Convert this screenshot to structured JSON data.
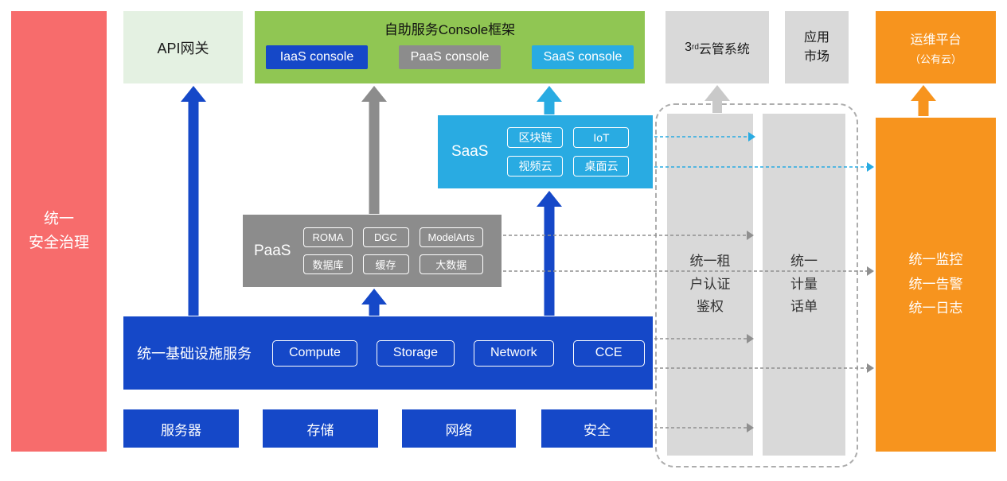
{
  "colors": {
    "red": "#F76C6C",
    "pale_green": "#E4F1E2",
    "green": "#90C653",
    "blue": "#1548C8",
    "gray": "#8C8C8C",
    "light_gray": "#D9D9D9",
    "cyan": "#29ABE2",
    "orange": "#F7941E"
  },
  "left": {
    "security_label": "统一\n安全治理"
  },
  "top": {
    "api_gateway": "API网关",
    "console": {
      "title": "自助服务Console框架",
      "buttons": [
        "IaaS console",
        "PaaS console",
        "SaaS console"
      ]
    },
    "third_party_cms": {
      "prefix": "3",
      "sup": "rd",
      "suffix": "云管系统"
    },
    "app_market": "应用\n市场",
    "ops_platform": {
      "line1": "运维平台",
      "line2": "（公有云）"
    }
  },
  "saas": {
    "label": "SaaS",
    "chips": [
      "区块链",
      "IoT",
      "视频云",
      "桌面云"
    ]
  },
  "paas": {
    "label": "PaaS",
    "chips": [
      "ROMA",
      "DGC",
      "ModelArts",
      "数据库",
      "缓存",
      "大数据"
    ]
  },
  "iaas": {
    "label": "统一基础设施服务",
    "chips": [
      "Compute",
      "Storage",
      "Network",
      "CCE"
    ]
  },
  "infrastructure": {
    "items": [
      "服务器",
      "存储",
      "网络",
      "安全"
    ]
  },
  "right": {
    "tenant_auth": "统一租\n户认证\n鉴权",
    "metering": "统一\n计量\n话单",
    "monitoring": "统一监控\n统一告警\n统一日志"
  }
}
